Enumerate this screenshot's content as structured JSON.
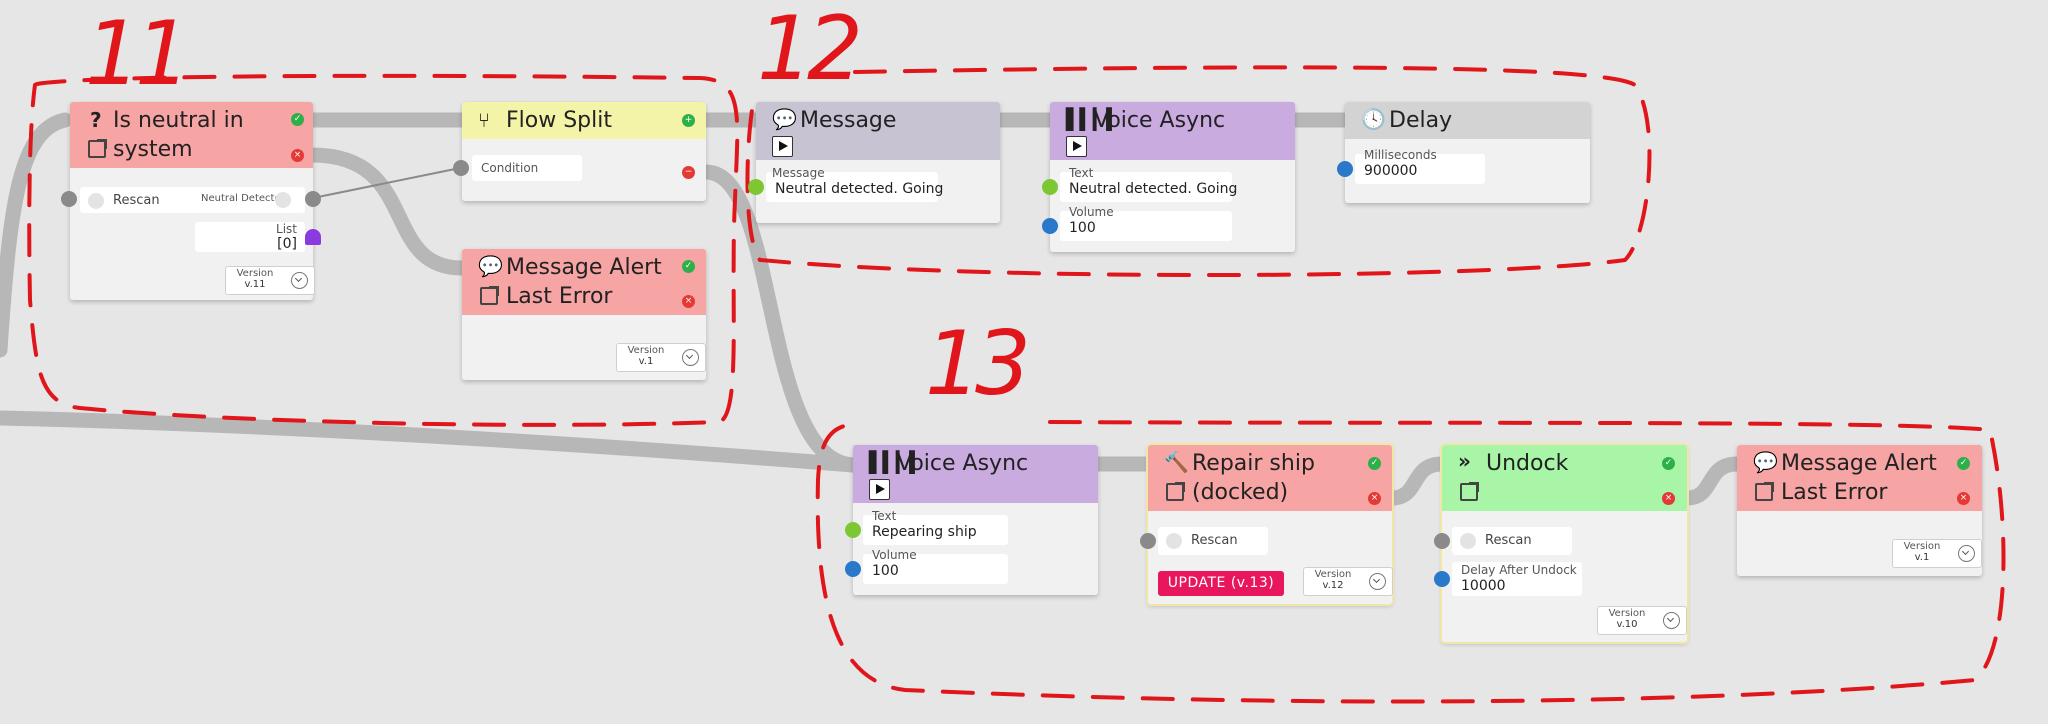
{
  "annotations": {
    "group_1": "11",
    "group_2": "12",
    "group_3": "13"
  },
  "colors": {
    "red_header": "#f6a4a4",
    "yellow_header": "#f4f4a8",
    "purple_header": "#c9abe0",
    "gray_header": "#c8c3d3",
    "light_gray_header": "#d3d3d3",
    "green_header": "#a8f5a8",
    "annotation_red": "#e0161b",
    "update_badge": "#e8175d"
  },
  "nodes": {
    "is_neutral": {
      "icon": "question-icon",
      "title_line1": "Is neutral in",
      "title_line2": "system",
      "rescan_label": "Rescan",
      "neutral_detected_label": "Neutral Detected",
      "list_label": "List",
      "list_value": "[0]",
      "version_label": "Version",
      "version_value": "v.11"
    },
    "flow_split": {
      "icon": "branch-icon",
      "title": "Flow Split",
      "condition_label": "Condition"
    },
    "message_alert_1": {
      "icon": "chat-icon",
      "title_line1": "Message Alert",
      "title_line2": "Last Error",
      "version_label": "Version",
      "version_value": "v.1"
    },
    "message": {
      "icon": "chat-icon",
      "title": "Message",
      "field_label": "Message",
      "field_value": "Neutral detected. Going"
    },
    "voice_async_1": {
      "icon": "waveform-icon",
      "title": "Voice Async",
      "text_label": "Text",
      "text_value": "Neutral detected. Going",
      "volume_label": "Volume",
      "volume_value": "100"
    },
    "delay": {
      "icon": "clock-icon",
      "title": "Delay",
      "ms_label": "Milliseconds",
      "ms_value": "900000"
    },
    "voice_async_2": {
      "icon": "waveform-icon",
      "title": "Voice Async",
      "text_label": "Text",
      "text_value": "Repearing ship",
      "volume_label": "Volume",
      "volume_value": "100"
    },
    "repair_ship": {
      "icon": "hammer-icon",
      "title_line1": "Repair ship",
      "title_line2": "(docked)",
      "rescan_label": "Rescan",
      "update_label": "UPDATE (v.13)",
      "version_label": "Version",
      "version_value": "v.12"
    },
    "undock": {
      "icon": "double-chevron-icon",
      "title": "Undock",
      "rescan_label": "Rescan",
      "delay_label": "Delay After Undock",
      "delay_value": "10000",
      "version_label": "Version",
      "version_value": "v.10"
    },
    "message_alert_2": {
      "icon": "chat-icon",
      "title_line1": "Message Alert",
      "title_line2": "Last Error",
      "version_label": "Version",
      "version_value": "v.1"
    }
  }
}
